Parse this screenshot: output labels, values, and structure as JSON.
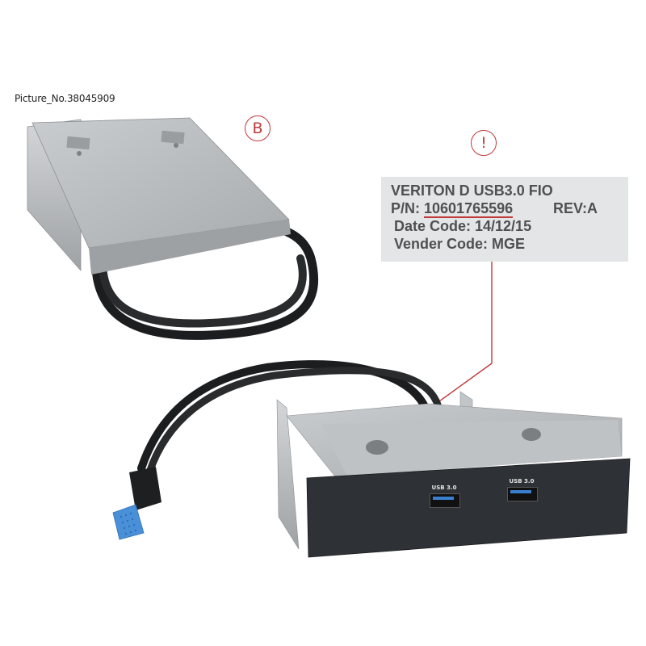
{
  "caption": {
    "picture_number": "Picture_No.38045909"
  },
  "callouts": {
    "bracket_badge": "B",
    "attention_badge": "!",
    "color": "#c0393b"
  },
  "product_label": {
    "title": "VERITON D USB3.0 FIO",
    "pn_prefix": "P/N: ",
    "pn_value": "10601765596",
    "revision": "REV:A",
    "date_code": "Date Code: 14/12/15",
    "vendor_code": "Vender Code: MGE"
  },
  "front_panel": {
    "ports": [
      {
        "label": "USB 3.0"
      },
      {
        "label": "USB 3.0"
      }
    ],
    "port_color": "#3a7fd0",
    "panel_color": "#2e3135"
  },
  "header_connector": {
    "color": "#4a90d9"
  },
  "colors": {
    "metal": "#b7babd",
    "cable": "#1c1d1f",
    "background": "#ffffff"
  }
}
